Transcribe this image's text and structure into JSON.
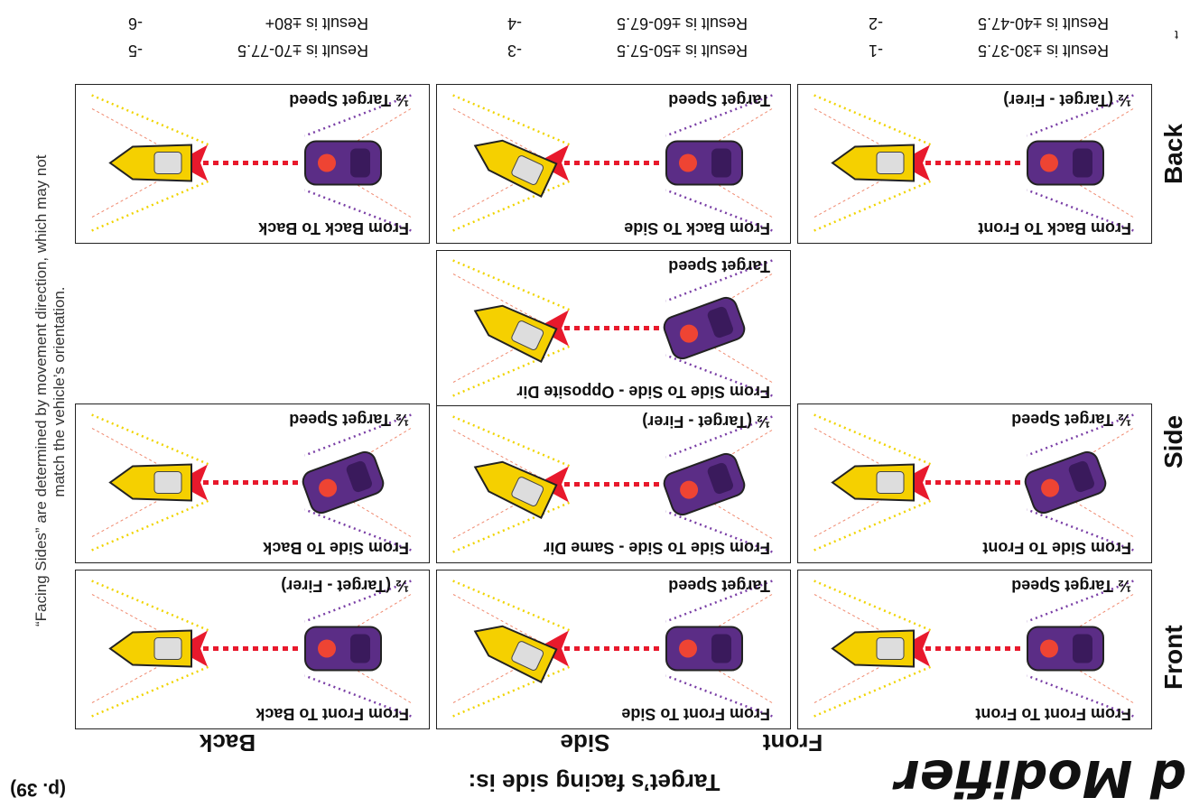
{
  "title": "d Modifier",
  "page_ref": "(p. 39)",
  "header": "Target’s facing side is:",
  "columns": [
    "Front",
    "Side",
    "Back"
  ],
  "rows": [
    "Front",
    "Side",
    "Back"
  ],
  "cells": {
    "ff": {
      "top": "From Front To Front",
      "bottom": "½ Target Speed"
    },
    "fs": {
      "top": "From Front To Side",
      "bottom": "Target Speed"
    },
    "fb": {
      "top": "From Front To Back",
      "bottom": "½ (Target - Firer)"
    },
    "sf": {
      "top": "From Side To Front",
      "bottom": "½ Target Speed"
    },
    "ss_same": {
      "top": "From Side To Side - Same Dir",
      "bottom": "½ (Target - Firer)"
    },
    "ss_opp": {
      "top": "From Side To Side - Opposite Dir",
      "bottom": "Target Speed"
    },
    "sb": {
      "top": "From Side To Back",
      "bottom": "½ Target Speed"
    },
    "bf": {
      "top": "From Back To Front",
      "bottom": "½ (Target - Firer)"
    },
    "bs": {
      "top": "From Back To Side",
      "bottom": "Target Speed"
    },
    "bb": {
      "top": "From Back To Back",
      "bottom": "½ Target Speed"
    }
  },
  "results": [
    {
      "text": "Result is ±30-37.5",
      "modifier": "-1"
    },
    {
      "text": "Result is ±40-47.5",
      "modifier": "-2"
    },
    {
      "text": "Result is ±50-57.5",
      "modifier": "-3"
    },
    {
      "text": "Result is ±60-67.5",
      "modifier": "-4"
    },
    {
      "text": "Result is ±70-77.5",
      "modifier": "-5"
    },
    {
      "text": "Result is ±80+",
      "modifier": "-6"
    }
  ],
  "corner_mark": "t",
  "note_lines": [
    "“Facing Sides” are determined by movement direction, which may not",
    "match the vehicle’s orientation."
  ],
  "colors": {
    "arrow": "#e8192c",
    "firer": "#5b2d86",
    "target": "#f5d000",
    "dots_purple": "#7a3fa6",
    "dots_yellow": "#f0d400",
    "ray": "#f08a70"
  },
  "icons": [
    "firer-car-icon",
    "target-car-icon",
    "arrow-icon"
  ]
}
